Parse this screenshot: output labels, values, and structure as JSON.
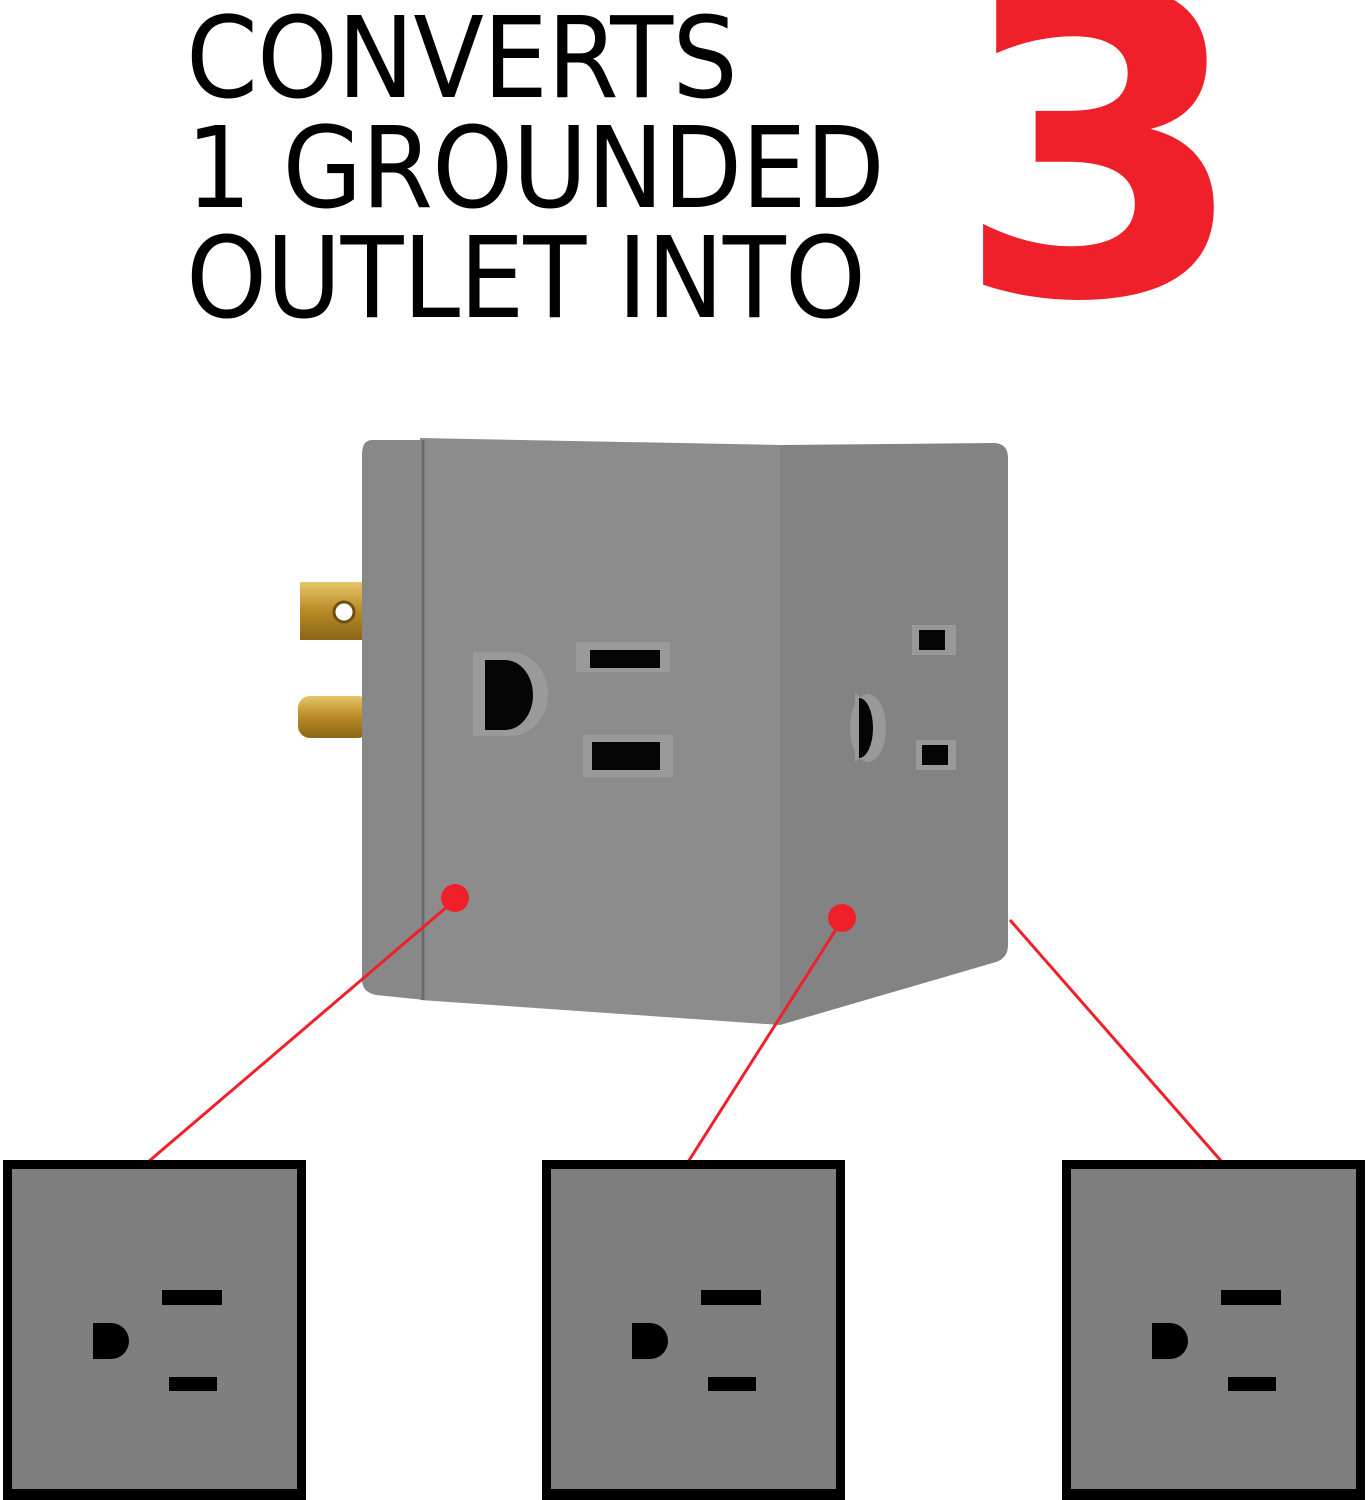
{
  "headline": {
    "lines": [
      "CONVERTS",
      "1 GROUNDED",
      "OUTLET INTO"
    ],
    "number": "3"
  },
  "colors": {
    "accent_red": "#f0202a",
    "product_gray": "#8a8a8a",
    "outlet_face_gray": "#7f7f7f",
    "outline_black": "#000000",
    "brass": "#c9a23a"
  },
  "product": {
    "name": "3-outlet grounded cube adapter",
    "callout_count": 3
  },
  "outlets": [
    {
      "label": "outlet-1"
    },
    {
      "label": "outlet-2"
    },
    {
      "label": "outlet-3"
    }
  ]
}
